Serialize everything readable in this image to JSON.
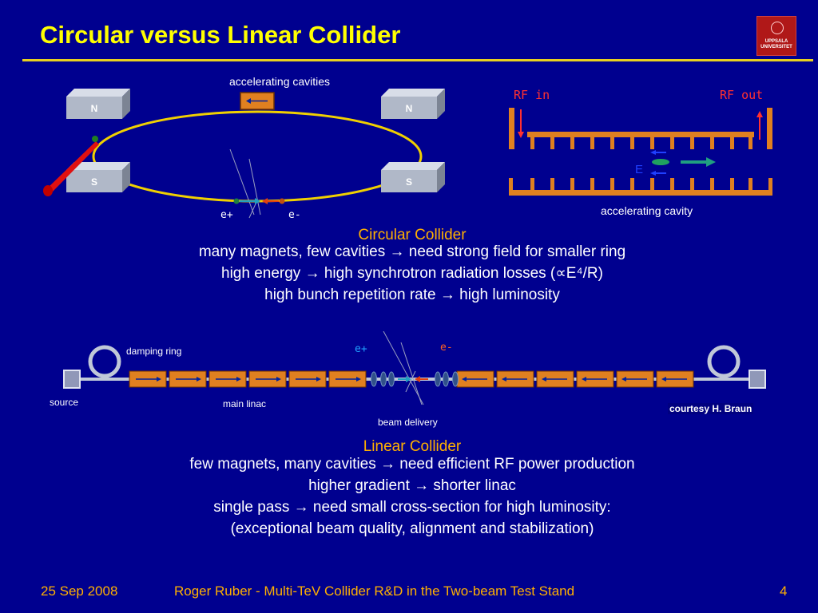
{
  "slide": {
    "title": "Circular versus Linear Collider",
    "logo_text": "UPPSALA\nUNIVERSITET"
  },
  "circular_diagram": {
    "cavity_label": "accelerating cavities",
    "magnet_north": "N",
    "magnet_south": "S",
    "positron_label": "e+",
    "electron_label": "e-"
  },
  "cavity_diagram": {
    "rf_in": "RF in",
    "rf_out": "RF out",
    "field_label": "E",
    "caption": "accelerating cavity"
  },
  "circular_text": {
    "heading": "Circular Collider",
    "lines": [
      "many magnets, few cavities → need strong field for smaller ring",
      "high energy → high synchrotron radiation losses (∝E⁴/R)",
      "high bunch repetition rate → high luminosity"
    ]
  },
  "linear_diagram": {
    "damping_ring": "damping ring",
    "source": "source",
    "main_linac": "main linac",
    "beam_delivery": "beam delivery",
    "positron_label": "e+",
    "electron_label": "e-",
    "courtesy": "courtesy H. Braun"
  },
  "linear_text": {
    "heading": "Linear Collider",
    "lines": [
      "few magnets, many cavities → need efficient RF power production",
      "higher gradient → shorter linac",
      "single pass → need small cross-section for high luminosity:",
      "(exceptional beam quality, alignment and stabilization)"
    ]
  },
  "footer": {
    "date": "25 Sep 2008",
    "talk": "Roger Ruber - Multi-TeV Collider R&D in the Two-beam Test Stand",
    "page": "4"
  },
  "colors": {
    "background": "#00008f",
    "title": "#ffff00",
    "accent": "#ffb000",
    "ring": "#f0d000",
    "cavity": "#e08020",
    "rf_red": "#ff3030"
  }
}
